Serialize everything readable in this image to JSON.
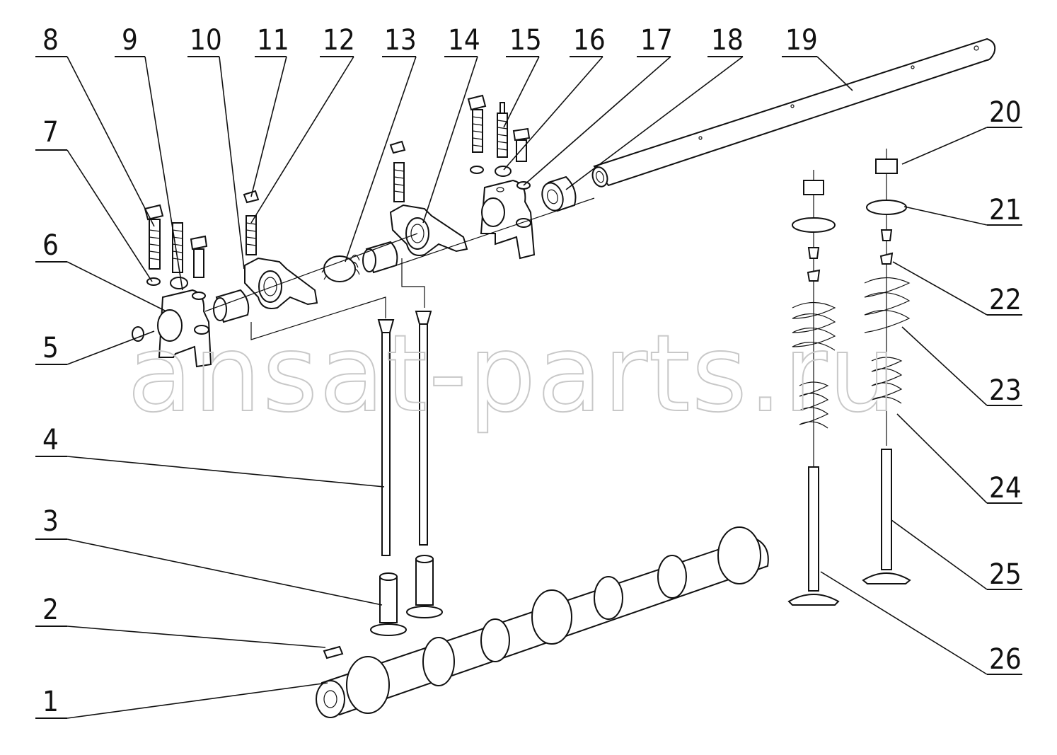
{
  "watermark": "ansat-parts.ru",
  "callouts": [
    {
      "id": "1",
      "label": "1"
    },
    {
      "id": "2",
      "label": "2"
    },
    {
      "id": "3",
      "label": "3"
    },
    {
      "id": "4",
      "label": "4"
    },
    {
      "id": "5",
      "label": "5"
    },
    {
      "id": "6",
      "label": "6"
    },
    {
      "id": "7",
      "label": "7"
    },
    {
      "id": "8",
      "label": "8"
    },
    {
      "id": "9",
      "label": "9"
    },
    {
      "id": "10",
      "label": "10"
    },
    {
      "id": "11",
      "label": "11"
    },
    {
      "id": "12",
      "label": "12"
    },
    {
      "id": "13",
      "label": "13"
    },
    {
      "id": "14",
      "label": "14"
    },
    {
      "id": "15",
      "label": "15"
    },
    {
      "id": "16",
      "label": "16"
    },
    {
      "id": "17",
      "label": "17"
    },
    {
      "id": "18",
      "label": "18"
    },
    {
      "id": "19",
      "label": "19"
    },
    {
      "id": "20",
      "label": "20"
    },
    {
      "id": "21",
      "label": "21"
    },
    {
      "id": "22",
      "label": "22"
    },
    {
      "id": "23",
      "label": "23"
    },
    {
      "id": "24",
      "label": "24"
    },
    {
      "id": "25",
      "label": "25"
    },
    {
      "id": "26",
      "label": "26"
    }
  ]
}
